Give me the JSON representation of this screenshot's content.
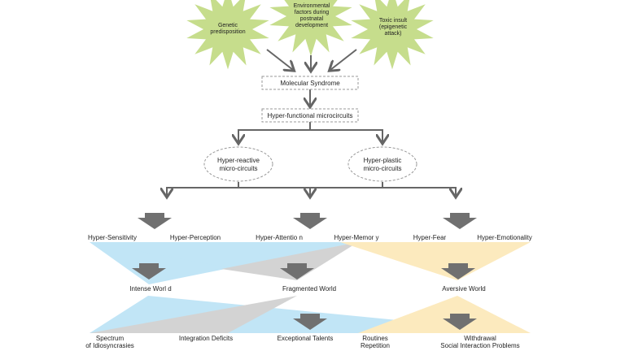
{
  "causes": [
    {
      "lines": [
        "Genetic",
        "predisposition"
      ]
    },
    {
      "lines": [
        "Environmental",
        "factors during",
        "postnatal",
        "development"
      ]
    },
    {
      "lines": [
        "Toxic insult",
        "(epigenetic",
        "attack)"
      ]
    }
  ],
  "boxes": {
    "molecular": "Molecular Syndrome",
    "microcircuits": "Hyper-functional microcircuits"
  },
  "ellipses": [
    {
      "lines": [
        "Hyper-reactive",
        "micro-circuits"
      ]
    },
    {
      "lines": [
        "Hyper-plastic",
        "micro-circuits"
      ]
    }
  ],
  "traits": [
    "Hyper-Sensitivity",
    "Hyper-Perception",
    "Hyper-Attentio n",
    "Hyper-Memor y",
    "Hyper-Fear",
    "Hyper-Emotionality"
  ],
  "worlds": [
    "Intense Worl  d",
    "Fragmented World",
    "Aversive World"
  ],
  "outcomes": [
    {
      "lines": [
        "Spectrum",
        "of Idiosyncrasies"
      ]
    },
    {
      "lines": [
        "Integration Deficits"
      ]
    },
    {
      "lines": [
        "Exceptional Talents"
      ]
    },
    {
      "lines": [
        "Routines",
        "Repetition"
      ]
    },
    {
      "lines": [
        "Withdrawal",
        "Social Interaction Problems"
      ]
    }
  ],
  "colors": {
    "star": "#c6dd8c",
    "blue": "#8fd0f0",
    "gray": "#b8b8b8",
    "yellow": "#fbd98a",
    "arrow": "#707070"
  }
}
